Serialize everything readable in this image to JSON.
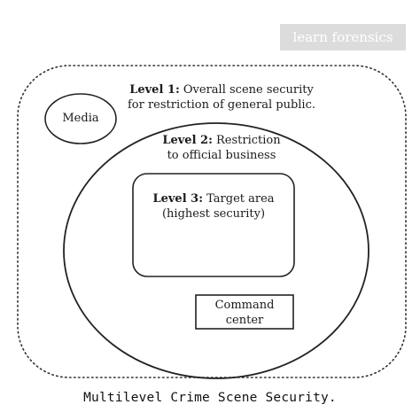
{
  "watermark": "learn forensics",
  "level1": {
    "bold": "Level 1:",
    "rest": " Overall scene security",
    "line2": "for restriction of general public."
  },
  "level2": {
    "bold": "Level 2:",
    "rest": " Restriction",
    "line2": "to official business"
  },
  "level3": {
    "bold": "Level 3:",
    "rest": " Target area",
    "line2": "(highest security)"
  },
  "media": "Media",
  "command_center": {
    "line1": "Command",
    "line2": "center"
  },
  "caption": "Multilevel Crime Scene Security."
}
